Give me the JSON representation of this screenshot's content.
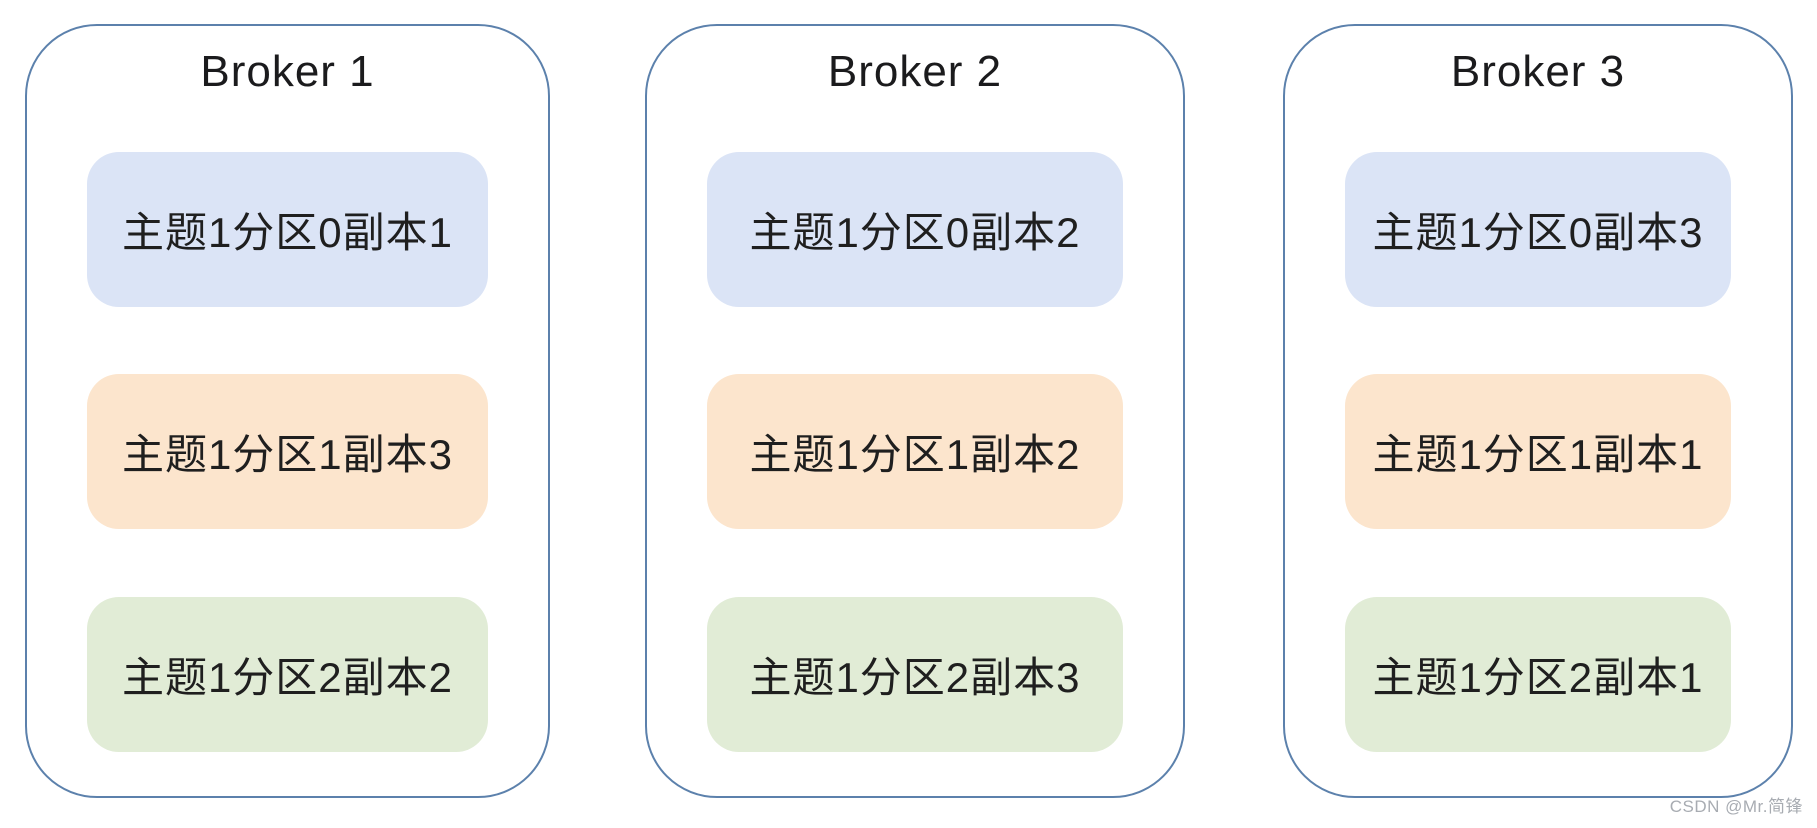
{
  "diagram": {
    "brokers": [
      {
        "title": "Broker 1",
        "replicas": [
          {
            "label": "主题1分区0副本1",
            "color_key": "partition0_fill"
          },
          {
            "label": "主题1分区1副本3",
            "color_key": "partition1_fill"
          },
          {
            "label": "主题1分区2副本2",
            "color_key": "partition2_fill"
          }
        ]
      },
      {
        "title": "Broker 2",
        "replicas": [
          {
            "label": "主题1分区0副本2",
            "color_key": "partition0_fill"
          },
          {
            "label": "主题1分区1副本2",
            "color_key": "partition1_fill"
          },
          {
            "label": "主题1分区2副本3",
            "color_key": "partition2_fill"
          }
        ]
      },
      {
        "title": "Broker 3",
        "replicas": [
          {
            "label": "主题1分区0副本3",
            "color_key": "partition0_fill"
          },
          {
            "label": "主题1分区1副本1",
            "color_key": "partition1_fill"
          },
          {
            "label": "主题1分区2副本1",
            "color_key": "partition2_fill"
          }
        ]
      }
    ],
    "watermark": "CSDN @Mr.简锋"
  },
  "colors": {
    "partition0_fill": "#dbe4f6",
    "partition1_fill": "#fce5cd",
    "partition2_fill": "#e1ecd6",
    "container_border": "#5c81ac",
    "title_text": "#1b1b1d",
    "replica_text": "#1f1f1f",
    "watermark_text": "#a8acb2"
  }
}
